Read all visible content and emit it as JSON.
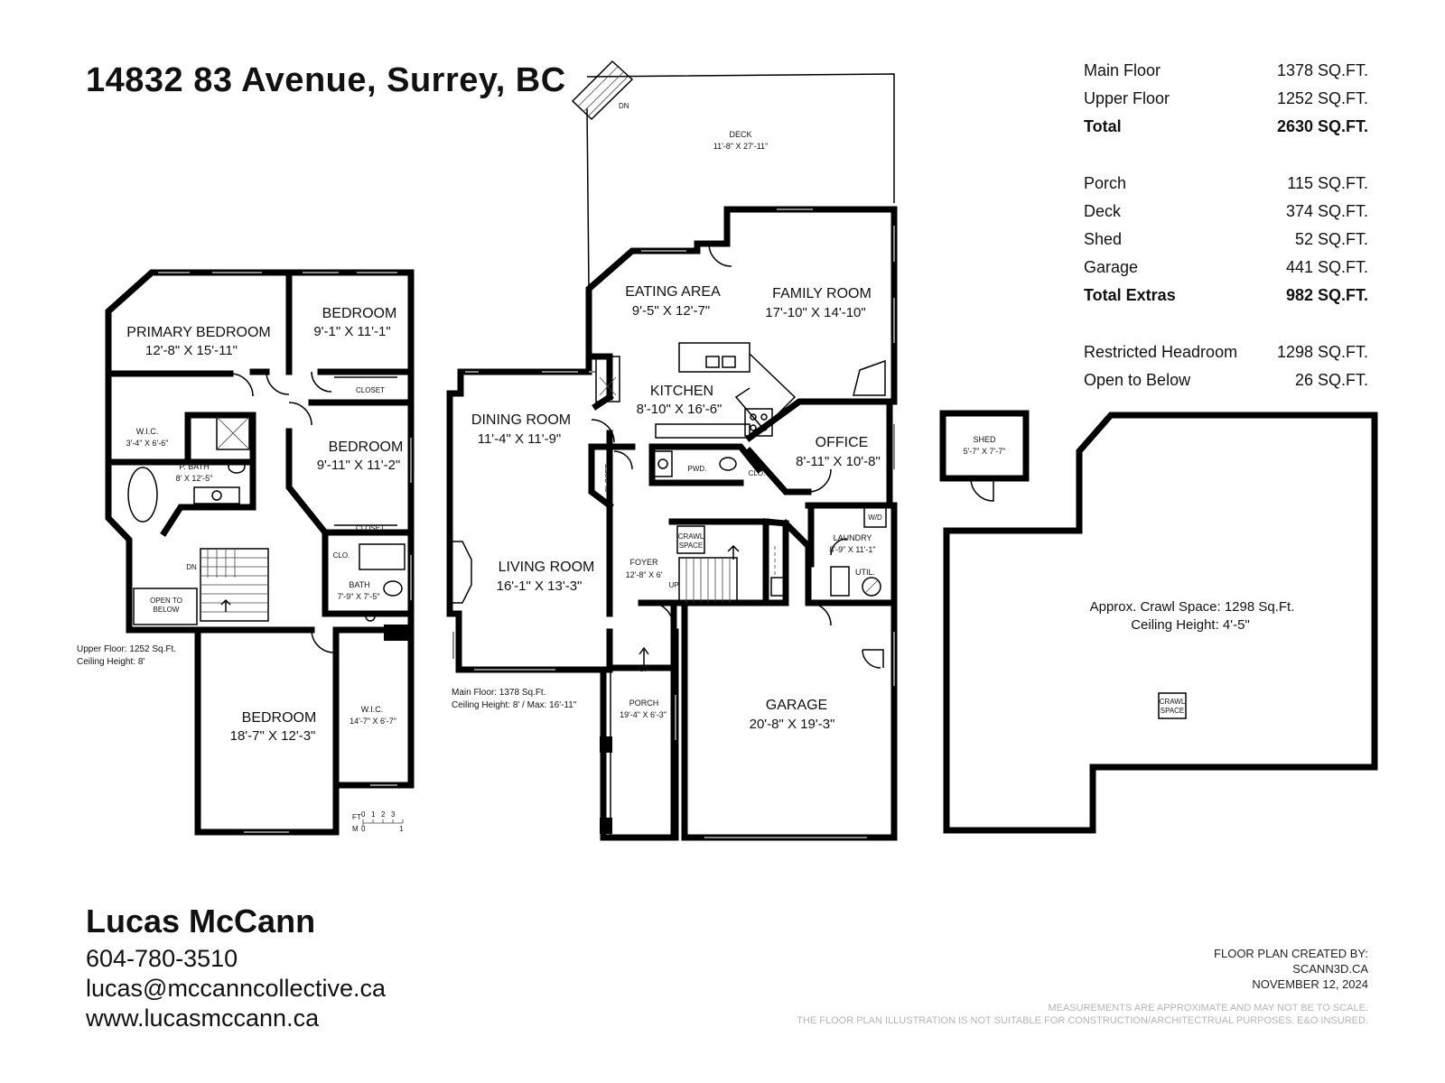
{
  "address": "14832 83 Avenue, Surrey, BC",
  "areas": {
    "main_floor": {
      "label": "Main Floor",
      "value": "1378 SQ.FT."
    },
    "upper_floor": {
      "label": "Upper Floor",
      "value": "1252 SQ.FT."
    },
    "total": {
      "label": "Total",
      "value": "2630 SQ.FT."
    },
    "porch": {
      "label": "Porch",
      "value": "115 SQ.FT."
    },
    "deck": {
      "label": "Deck",
      "value": "374 SQ.FT."
    },
    "shed": {
      "label": "Shed",
      "value": "52 SQ.FT."
    },
    "garage": {
      "label": "Garage",
      "value": "441 SQ.FT."
    },
    "total_extras": {
      "label": "Total Extras",
      "value": "982 SQ.FT."
    },
    "restricted_headroom": {
      "label": "Restricted Headroom",
      "value": "1298 SQ.FT."
    },
    "open_to_below": {
      "label": "Open to Below",
      "value": "26 SQ.FT."
    }
  },
  "upper_rooms": {
    "primary_bedroom": {
      "name": "PRIMARY BEDROOM",
      "dim": "12'-8\"  X 15'-11\""
    },
    "bedroom1": {
      "name": "BEDROOM",
      "dim": "9'-1\"  X 11'-1\""
    },
    "bedroom2": {
      "name": "BEDROOM",
      "dim": "9'-11\"  X 11'-2\""
    },
    "bedroom3": {
      "name": "BEDROOM",
      "dim": "18'-7\"  X 12'-3\""
    },
    "wic1": {
      "name": "W.I.C.",
      "dim": "3'-4\" X 6'-6\""
    },
    "pbath": {
      "name": "P. BATH",
      "dim": "8' X 12'-5\""
    },
    "bath": {
      "name": "BATH",
      "dim": "7'-9\" X 7'-5\""
    },
    "wic2": {
      "name": "W.I.C.",
      "dim": "14'-7\" X 6'-7\""
    },
    "closet1": "CLOSET",
    "closet2": "CLOSET",
    "clo": "CLO.",
    "dn": "DN",
    "open_to_below_1": "OPEN TO",
    "open_to_below_2": "BELOW",
    "floor_info_1": "Upper Floor: 1252 Sq.Ft.",
    "floor_info_2": "Ceiling Height: 8'"
  },
  "main_rooms": {
    "deck": {
      "name": "DECK",
      "dim": "11'-8\"  X 27'-11\""
    },
    "deck_dn": "DN",
    "eating_area": {
      "name": "EATING AREA",
      "dim": "9'-5\"  X 12'-7\""
    },
    "family_room": {
      "name": "FAMILY ROOM",
      "dim": "17'-10\"  X 14'-10\""
    },
    "kitchen": {
      "name": "KITCHEN",
      "dim": "8'-10\"  X 16'-6\""
    },
    "dining_room": {
      "name": "DINING ROOM",
      "dim": "11'-4\"  X 11'-9\""
    },
    "office": {
      "name": "OFFICE",
      "dim": "8'-11\"  X 10'-8\""
    },
    "living_room": {
      "name": "LIVING ROOM",
      "dim": "16'-1\"  X 13'-3\""
    },
    "foyer": {
      "name": "FOYER",
      "dim": "12'-8\"  X 6'"
    },
    "laundry": {
      "name": "LAUNDRY",
      "dim": "8'-9\" X 11'-1\""
    },
    "garage": {
      "name": "GARAGE",
      "dim": "20'-8\" X 19'-3\""
    },
    "porch": {
      "name": "PORCH",
      "dim": "19'-4\"  X 6'-3\""
    },
    "pwd": "PWD.",
    "clo": "CLO.",
    "closet": "CLOSET",
    "crawl_1": "CRAWL",
    "crawl_2": "SPACE",
    "util": "UTIL.",
    "wd": "W/D",
    "up1": "UP",
    "up2": "UP",
    "floor_info_1": "Main Floor: 1378 Sq.Ft.",
    "floor_info_2": "Ceiling Height: 8' / Max: 16'-11\""
  },
  "shed": {
    "name": "SHED",
    "dim": "5'-7\" X 7'-7\""
  },
  "crawlspace": {
    "line1": "Approx. Crawl Space: 1298 Sq.Ft.",
    "line2": "Ceiling Height: 4'-5\"",
    "crawl_1": "CRAWL",
    "crawl_2": "SPACE"
  },
  "scale": {
    "ft": "FT",
    "m": "M",
    "t0": "0",
    "t1": "1",
    "t2": "2",
    "t3": "3",
    "m0": "0",
    "m1": "1"
  },
  "contact": {
    "name": "Lucas McCann",
    "phone": "604-780-3510",
    "email": "lucas@mccanncollective.ca",
    "web": "www.lucasmccann.ca"
  },
  "credit": {
    "line1": "FLOOR PLAN CREATED BY:",
    "line2": "SCANN3D.CA",
    "line3": "NOVEMBER 12, 2024"
  },
  "disclaimer": {
    "line1": "MEASUREMENTS ARE APPROXIMATE AND MAY NOT BE TO SCALE.",
    "line2": "THE FLOOR PLAN ILLUSTRATION IS NOT SUITABLE FOR CONSTRUCTION/ARCHITECTRUAL PURPOSES. E&O INSURED."
  }
}
